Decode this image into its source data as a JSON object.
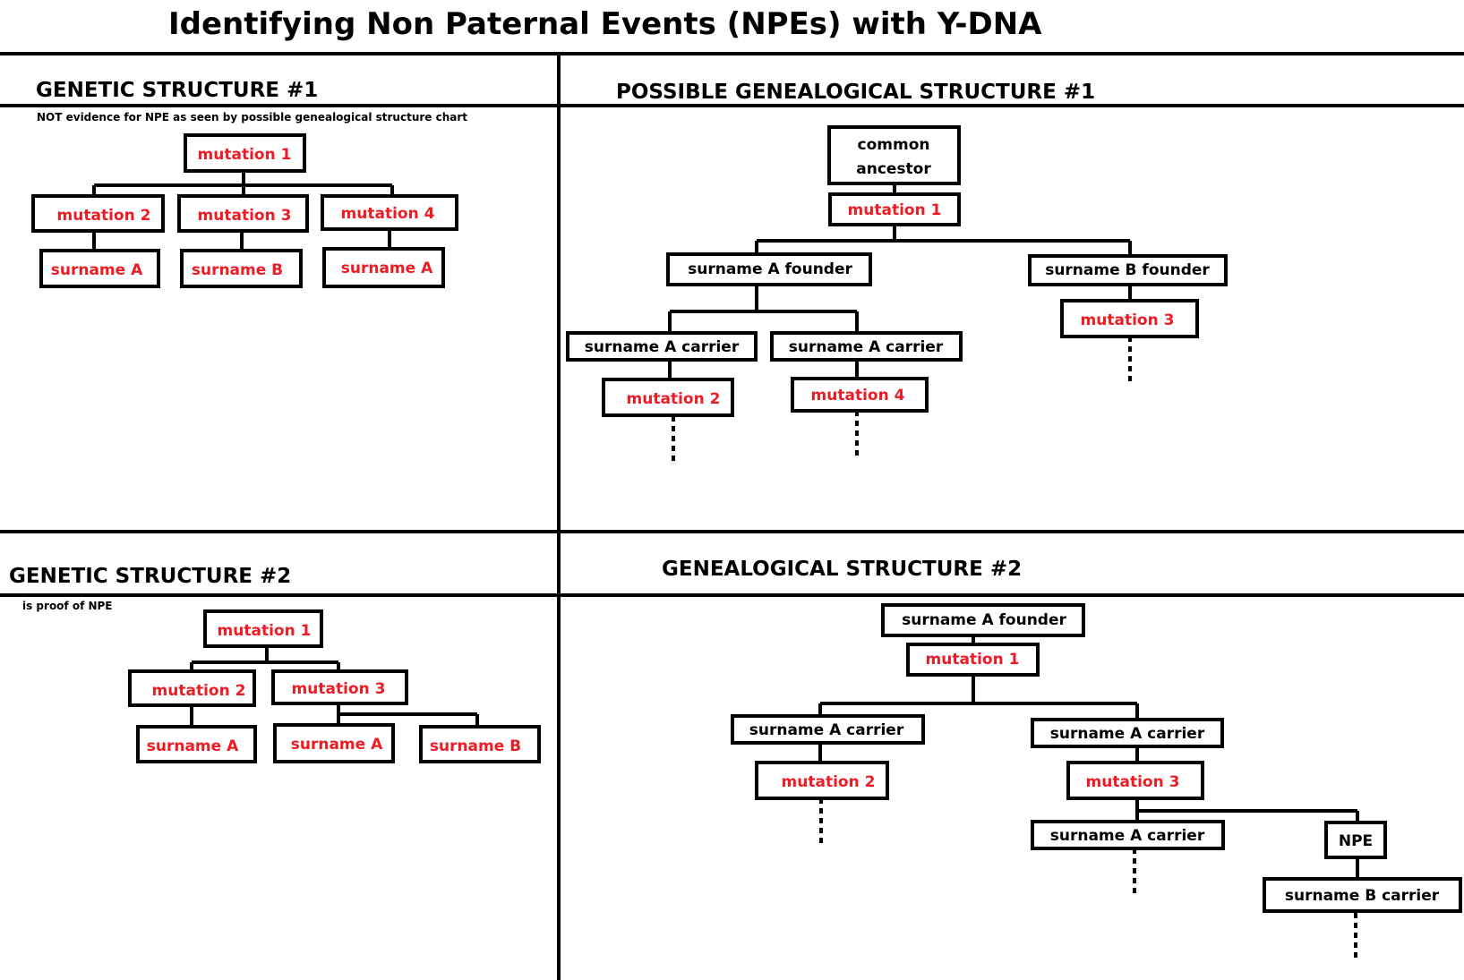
{
  "title": "Identifying Non Paternal Events (NPEs) with Y-DNA",
  "colors": {
    "mutation_text": "#ed1c24",
    "label_text": "#000000",
    "line": "#000000",
    "background": "#ffffff"
  },
  "panels": {
    "genetic1": {
      "heading": "GENETIC STRUCTURE #1",
      "note": "NOT evidence for NPE as seen by possible genealogical structure chart",
      "nodes": {
        "m1": "mutation 1",
        "m2": "mutation 2",
        "m3": "mutation 3",
        "m4": "mutation 4",
        "sA1": "surname A",
        "sB": "surname B",
        "sA2": "surname A"
      }
    },
    "genealogical1": {
      "heading": "POSSIBLE GENEALOGICAL STRUCTURE #1",
      "nodes": {
        "ancestor_line1": "common",
        "ancestor_line2": "ancestor",
        "m1": "mutation 1",
        "aFounder": "surname A founder",
        "bFounder": "surname B founder",
        "m3": "mutation 3",
        "aCarrier1": "surname A carrier",
        "aCarrier2": "surname A carrier",
        "m2": "mutation 2",
        "m4": "mutation 4"
      }
    },
    "genetic2": {
      "heading": "GENETIC STRUCTURE #2",
      "note": "is proof of NPE",
      "nodes": {
        "m1": "mutation 1",
        "m2": "mutation 2",
        "m3": "mutation 3",
        "sA1": "surname A",
        "sA2": "surname A",
        "sB": "surname B"
      }
    },
    "genealogical2": {
      "heading": "GENEALOGICAL STRUCTURE #2",
      "nodes": {
        "aFounder": "surname A founder",
        "m1": "mutation 1",
        "aCarrier1": "surname A carrier",
        "aCarrier2": "surname A carrier",
        "m2": "mutation 2",
        "m3": "mutation 3",
        "aCarrier3": "surname A carrier",
        "npe": "NPE",
        "bCarrier": "surname B carrier"
      }
    }
  }
}
